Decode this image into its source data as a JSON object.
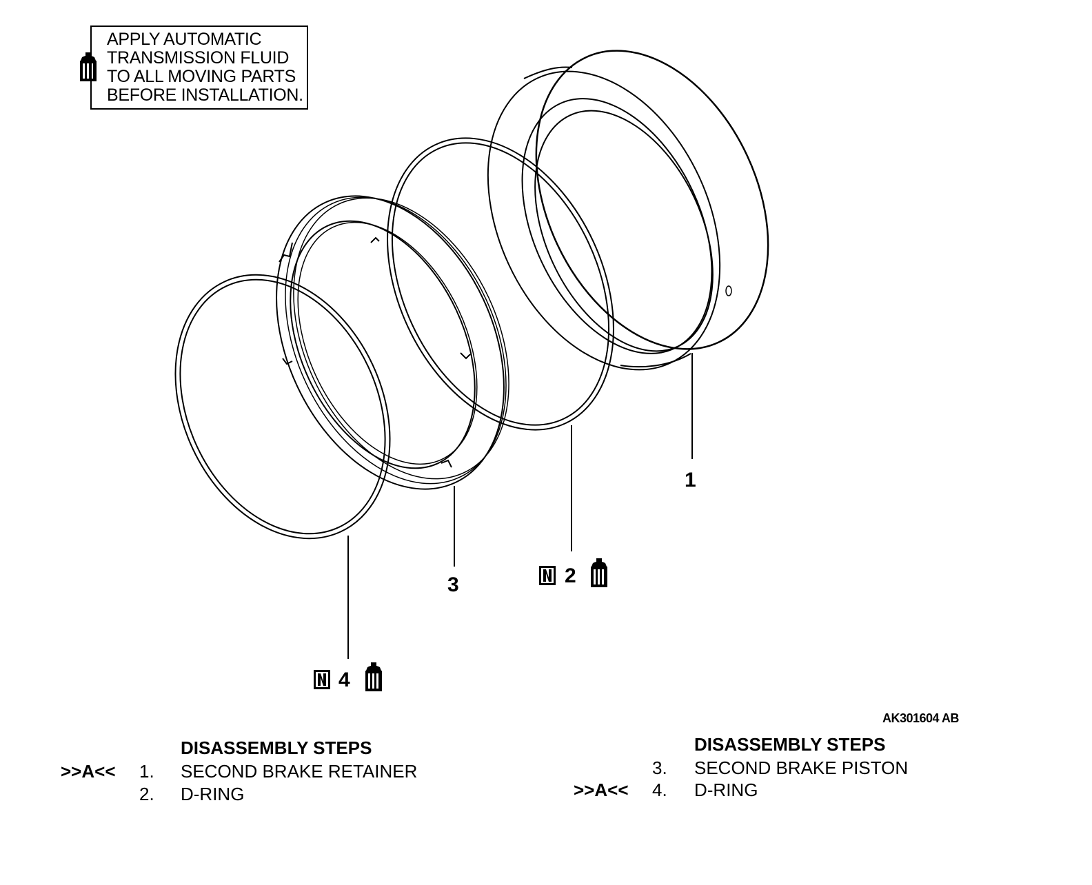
{
  "note": {
    "lines": [
      "APPLY AUTOMATIC",
      "TRANSMISSION FLUID",
      "TO ALL MOVING PARTS",
      "BEFORE INSTALLATION."
    ],
    "icon": "fluid-bottle-icon"
  },
  "callouts": {
    "c1": "1",
    "c2": "2",
    "c3": "3",
    "c4": "4",
    "new_part_badge": "N"
  },
  "figure_id": "AK301604 AB",
  "steps_left": {
    "title": "DISASSEMBLY STEPS",
    "items": [
      {
        "ref": ">>A<<",
        "num": "1.",
        "label": "SECOND BRAKE RETAINER"
      },
      {
        "ref": "",
        "num": "2.",
        "label": "D-RING"
      }
    ]
  },
  "steps_right": {
    "title": "DISASSEMBLY STEPS",
    "items": [
      {
        "ref": "",
        "num": "3.",
        "label": "SECOND BRAKE PISTON"
      },
      {
        "ref": ">>A<<",
        "num": "4.",
        "label": "D-RING"
      }
    ]
  }
}
